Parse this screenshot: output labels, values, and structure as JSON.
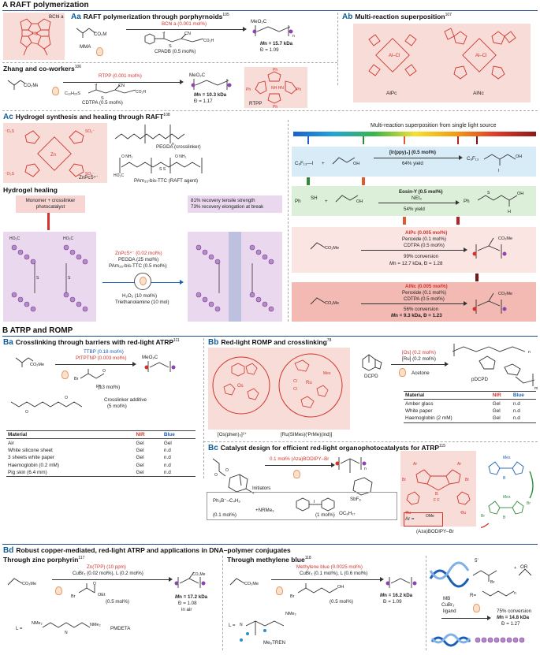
{
  "sectionA": {
    "letter": "A",
    "title": "RAFT polymerization",
    "bchl": "BChl a",
    "Aa": {
      "letter": "Aa",
      "title": "RAFT polymerization through porphyrnoids",
      "ref": "105",
      "catalyst": "BChl a (0.001 mol%)",
      "monomer": "MMA",
      "rafta": "CPADB (0.5 mol%)",
      "mn": "M",
      "mn_val": "n = 15.7 kDa",
      "d": "Đ = 1.09",
      "cn": "CN",
      "ester": "MeO₂C"
    },
    "Ab": {
      "letter": "Ab",
      "title": "Multi-reaction superposition",
      "ref": "107",
      "alpc": "AlPc",
      "alnc": "AlNc"
    },
    "zhang": {
      "title": "Zhang and co-workers",
      "ref": "106",
      "catalyst": "RTPP (0.001 mol%)",
      "rafta": "CDTPA (0.5 mol%)",
      "mn": "M",
      "mn_val": "n = 10.3 kDa",
      "d": "Đ = 1.17",
      "rtpp": "RTPP",
      "chain": "C₁₂H₂₅S",
      "ph": "Ph",
      "cn": "CN",
      "ester": "MeO₂C"
    },
    "Ac": {
      "letter": "Ac",
      "title": "Hydrogel synthesis and healing through RAFT",
      "ref": "108",
      "znpcs": "ZnPcS⁴⁻",
      "pegda": "PEGDA (crosslinker)",
      "pam": "PAm₃₅-bis-TTC (RAFT agent)"
    },
    "healing": {
      "title": "Hydrogel healing",
      "note_left": "Monomer + crosslinker photocatalyst",
      "note_right_1": "81% recovery tensile strength",
      "note_right_2": "73% recovery elongation at break",
      "cond1": "ZnPcS⁴⁻ (0.02 mol%)",
      "cond2": "PEGDA (25 mol%)",
      "cond3": "PAm₃₅-bis-TTC (0.5 mol%)",
      "cond4": "H₂O₂ (10 mol%)",
      "cond5": "Triethanolamine (10 mol)"
    },
    "superposition": {
      "header": "Multi-reaction superposition from single light source",
      "r1": {
        "reactant": "C₆F₁₃—I",
        "plus": "+",
        "cat": "[Ir(ppy)₃] (0.5 mol%)",
        "yield": "64% yield",
        "product": "C₆F₁₃",
        "i": "I",
        "oh": "OH"
      },
      "r2": {
        "reactant": "Ph",
        "sh": "SH",
        "plus": "+",
        "cat": "Eosin-Y (0.5 mol%)",
        "base": "NEt₃",
        "yield": "54% yield",
        "product": "Ph",
        "h": "H",
        "oh": "OH"
      },
      "r3": {
        "reactant": "CO₂Me",
        "cat": "AlPc (0.005 mol%)",
        "c2": "Peroxide (0.1 mol%)",
        "c3": "CDTPA (0.5 mol%)",
        "conv": "99% conversion",
        "mn": "M",
        "mn_val": "n = 12.7 kDa, Đ = 1.28",
        "product": "CO₂Me"
      },
      "r4": {
        "reactant": "CO₂Me",
        "cat": "AlNc (0.005 mol%)",
        "c2": "Peroxide (0.1 mol%)",
        "c3": "CDTPA (0.5 mol%)",
        "conv": "56% conversion",
        "mn": "M",
        "mn_val": "n = 9.3 kDa, Đ = 1.23",
        "product": "CO₂Me"
      }
    }
  },
  "sectionB": {
    "letter": "B",
    "title": "ATRP and ROMP",
    "Ba": {
      "letter": "Ba",
      "title": "Crosslinking through barriers with red-light ATRP",
      "ref": "111",
      "c1": "TTBP (0.18 mol%)",
      "c2": "PtTPTNP (0.003 mol%)",
      "initiator": "(13 mol%)",
      "br": "Br",
      "ph": "Ph",
      "ester": "MeO₂C",
      "crosslinker": "Crosslinker additive",
      "crosslinker_amt": "(5 mol%)",
      "table": {
        "headers": [
          "Material",
          "NIR",
          "Blue"
        ],
        "rows": [
          [
            "Air",
            "Gel",
            "Gel"
          ],
          [
            "White silicone sheet",
            "Gel",
            "n.d"
          ],
          [
            "3 sheets white paper",
            "Gel",
            "n.d"
          ],
          [
            "Haemoglobin (0.2 mM)",
            "Gel",
            "n.d"
          ],
          [
            "Pig skin (6.4 mm)",
            "Gel",
            "n.d"
          ]
        ]
      }
    },
    "Bb": {
      "letter": "Bb",
      "title": "Red-light ROMP and crosslinking",
      "ref": "78",
      "os_label": "[Os(phen)₃]²⁺",
      "ru_label": "[Ru(SIMes)(ⁱPrMe)(ind)]",
      "dcpd": "DCPD",
      "c1": "[Os] (0.2 mol%)",
      "c2": "[Ru] (0.2 mol%)",
      "solvent": "Acetone",
      "pdcpd": "pDCPD",
      "table": {
        "headers": [
          "Material",
          "NIR",
          "Blue"
        ],
        "rows": [
          [
            "Amber glass",
            "Gel",
            "n.d"
          ],
          [
            "White paper",
            "Gel",
            "n.d"
          ],
          [
            "Haemoglobin (2 mM)",
            "Gel",
            "n.d"
          ]
        ]
      }
    },
    "Bc": {
      "letter": "Bc",
      "title": "Catalyst design for efficient red-light organophotocatalysts for ATRP",
      "ref": "115",
      "cat": "0.1 mol% (Aza)BODIPY–Br",
      "initiators": "Initiators",
      "borate": "Ph₃B⁻–C₄H₉",
      "borate_amt": "(0.1 mol%)",
      "nrme": "+NRMe₃",
      "iodonium_amt": "(1 mol%)",
      "sbf": "SbF₆",
      "oc": "OC₈H₁₇",
      "bodipy": "(Aza)BODIPY–Br",
      "ar": "Ar =",
      "ome": "OMe",
      "tbu": "ᵗBu",
      "mes": "Mes",
      "br": "Br"
    }
  },
  "sectionBd": {
    "letter": "Bd",
    "title": "Robust copper-mediated, red-light ATRP and applications in DNA–polymer conjugates",
    "zinc": {
      "title": "Through zinc porphyrin",
      "ref": "117",
      "c1": "Zn(TPP) (10 ppm)",
      "c2": "CuBr₂ (0.02 mol%), L (0.2 mol%)",
      "init": "(0.5 mol%)",
      "oet": "OEt",
      "br": "Br",
      "mn": "M",
      "mn_val": "n = 17.2 kDa",
      "d": "Đ = 1.08",
      "air": "in air",
      "l": "L =",
      "pmdeta": "PMDETA",
      "nme": "NMe₂",
      "co2me": "CO₂Me"
    },
    "mb": {
      "title": "Through methylene blue",
      "ref": "118",
      "c1": "Methylene blue (0.0025 mol%)",
      "c2": "CuBr₂ (0.1 mol%), L (0.6 mol%)",
      "init": "(0.5 mol%)",
      "oh": "OH",
      "mn": "M",
      "mn_val": "n = 16.2 kDa",
      "d": "Đ = 1.09",
      "l": "L =",
      "me6tren": "Me₆TREN",
      "nme": "NMe₂"
    },
    "dna": {
      "five": "5'",
      "mb": "MB",
      "cu": "CuBr₂",
      "ligand": "ligand",
      "conv": "75% conversion",
      "mn": "M",
      "mn_val": "n = 14.8 kDa",
      "d": "Đ = 1.27",
      "r": "R=",
      "or": "OR",
      "br": "Br"
    }
  }
}
